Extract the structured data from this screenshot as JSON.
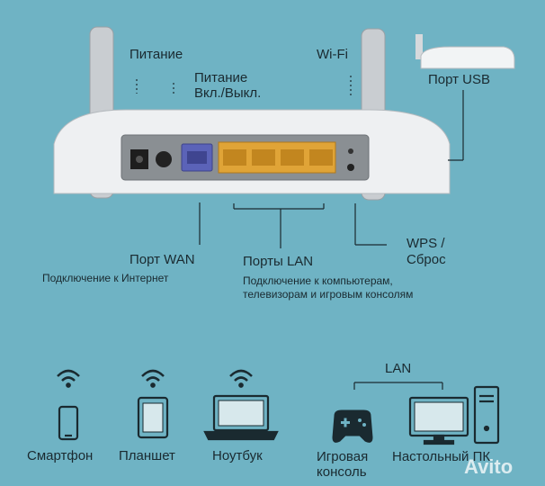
{
  "labels": {
    "power": "Питание",
    "power_switch_line1": "Питание",
    "power_switch_line2": "Вкл./Выкл.",
    "wifi": "Wi-Fi",
    "usb_port": "Порт USB",
    "wan_port": "Порт WAN",
    "wan_desc": "Подключение к Интернет",
    "lan_ports": "Порты LAN",
    "lan_desc_line1": "Подключение к компьютерам,",
    "lan_desc_line2": "телевизорам и игровым консолям",
    "wps_line1": "WPS /",
    "wps_line2": "Сброс"
  },
  "devices": {
    "lan_group": "LAN",
    "smartphone": "Смартфон",
    "tablet": "Планшет",
    "laptop": "Ноутбук",
    "console_line1": "Игровая",
    "console_line2": "консоль",
    "desktop": "Настольный ПК"
  },
  "watermark": "Avito",
  "colors": {
    "background": "#6fb3c4",
    "router_body": "#e9ecef",
    "wan_port": "#5b63b8",
    "lan_port": "#e0a437",
    "ink": "#1a2a30"
  }
}
